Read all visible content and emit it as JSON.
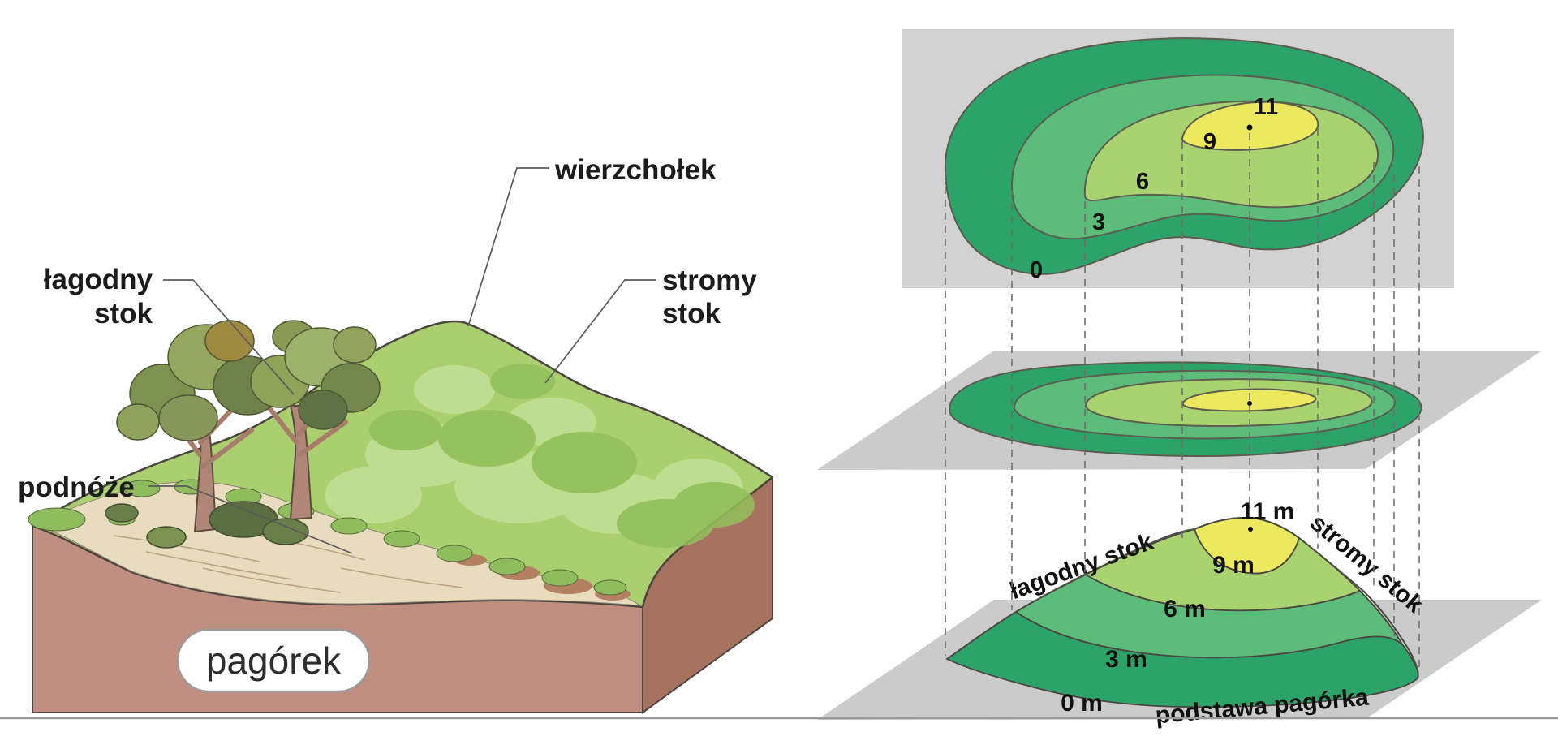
{
  "left_panel": {
    "label_gentle_slope_line1": "łagodny",
    "label_gentle_slope_line2": "stok",
    "label_summit": "wierzchołek",
    "label_steep_slope_line1": "stromy",
    "label_steep_slope_line2": "stok",
    "label_foothill": "podnóże",
    "hill_name": "pagórek"
  },
  "contour_map": {
    "elevation_0": "0",
    "elevation_3": "3",
    "elevation_6": "6",
    "elevation_9": "9",
    "elevation_11": "11"
  },
  "profile": {
    "elevation_0": "0 m",
    "elevation_3": "3 m",
    "elevation_6": "6 m",
    "elevation_9": "9 m",
    "elevation_11": "11 m",
    "gentle_slope": "łagodny stok",
    "steep_slope": "stromy stok",
    "hill_base": "podstawa pagórka"
  },
  "elevations_m": [
    0,
    3,
    6,
    9,
    11
  ],
  "colors": {
    "band_0_3": "#2ca469",
    "band_3_6": "#5cbc7a",
    "band_6_9": "#a9d36f",
    "band_9_11": "#ece95f",
    "map_bg": "#d2d2d2",
    "plane": "#cbcbcb",
    "soil_front": "#c18f81",
    "soil_side": "#a7725f",
    "hill_green": "#a9cf6e",
    "sand": "#e9dbbd"
  }
}
